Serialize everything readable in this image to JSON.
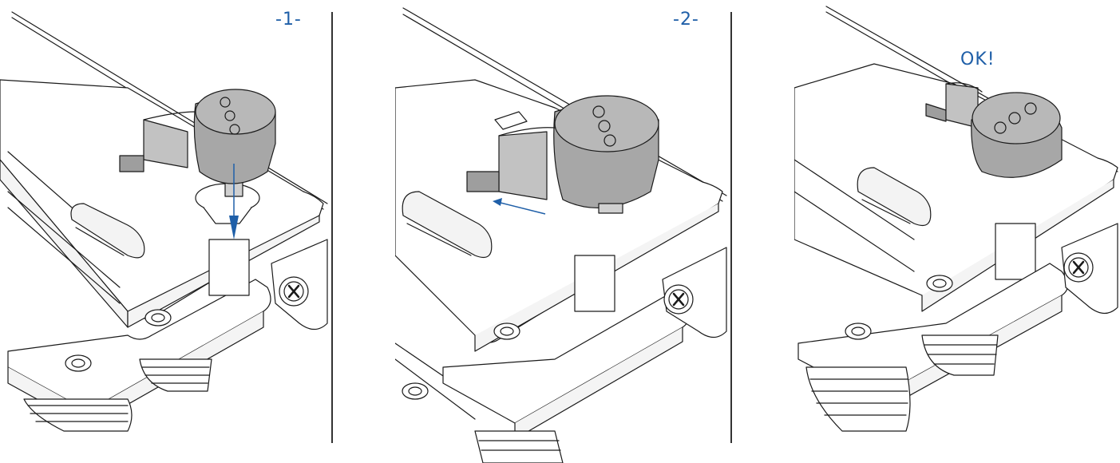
{
  "steps": [
    {
      "label": "-1-"
    },
    {
      "label": "-2-"
    },
    {
      "label": "OK!"
    }
  ],
  "colors": {
    "accent": "#1f5fa8",
    "cap_fill": "#a7a7a7",
    "cap_fill_light": "#c2c2c2",
    "line": "#1a1a1a"
  },
  "icons": {
    "arrow": "arrow-icon",
    "screw": "phillips-screw-icon",
    "cap": "marked-cap-icon"
  }
}
